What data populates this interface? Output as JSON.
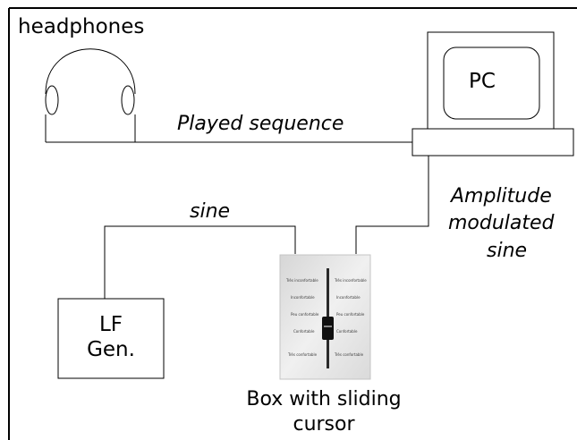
{
  "diagram": {
    "headphones_label": "headphones",
    "pc_label": "PC",
    "played_sequence_label": "Played sequence",
    "sine_label": "sine",
    "am_label": {
      "line1": "Amplitude",
      "line2": "modulated",
      "line3": "sine"
    },
    "lf_gen_label": {
      "line1": "LF",
      "line2": "Gen."
    },
    "box_label": {
      "line1": "Box with sliding",
      "line2": "cursor"
    },
    "box_scale": {
      "left": [
        "Très inconfortable",
        "Inconfortable",
        "Peu confortable",
        "Confortable",
        "Très confortable"
      ],
      "right": [
        "Très inconfortable",
        "Inconfortable",
        "Peu confortable",
        "Confortable",
        "Très confortable"
      ]
    }
  }
}
